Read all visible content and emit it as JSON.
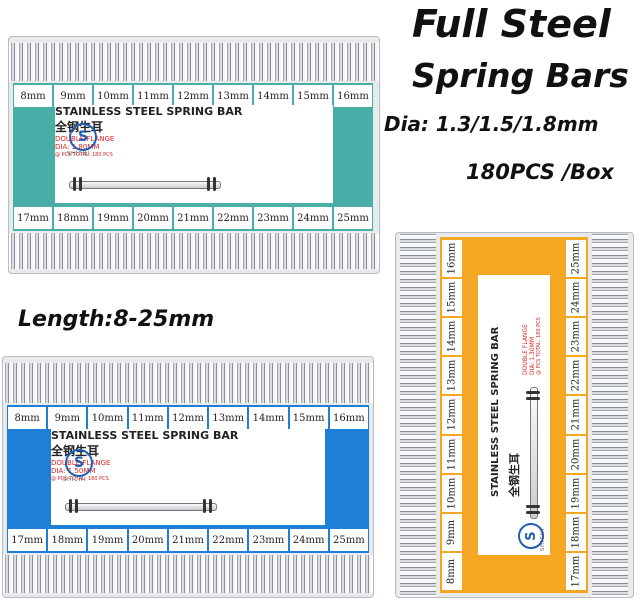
{
  "headline": {
    "line1": "Full Steel",
    "line2": "Spring Bars",
    "line3": "Dia: 1.3/1.5/1.8mm",
    "line4": "180PCS /Box",
    "length": "Length:8-25mm"
  },
  "colors": {
    "teal": "#4aaea8",
    "blue": "#1f7fd6",
    "orange": "#f5a623"
  },
  "box_teal": {
    "top_sizes": [
      "8mm",
      "9mm",
      "10mm",
      "11mm",
      "12mm",
      "13mm",
      "14mm",
      "15mm",
      "16mm"
    ],
    "bottom_sizes": [
      "17mm",
      "18mm",
      "19mm",
      "20mm",
      "21mm",
      "22mm",
      "23mm",
      "24mm",
      "25mm"
    ],
    "title": "STAINLESS STEEL SPRING BAR",
    "title_cn": "全钢生耳",
    "brand": "SHICHI",
    "spec_line1": "DOUBLE FLANGE",
    "spec_line2": "DIA:        1.80MM",
    "spec_line3": "@ PCS TOTAL:  180 PCS"
  },
  "box_blue": {
    "top_sizes": [
      "8mm",
      "9mm",
      "10mm",
      "11mm",
      "12mm",
      "13mm",
      "14mm",
      "15mm",
      "16mm"
    ],
    "bottom_sizes": [
      "17mm",
      "18mm",
      "19mm",
      "20mm",
      "21mm",
      "22mm",
      "23mm",
      "24mm",
      "25mm"
    ],
    "title": "STAINLESS STEEL SPRING BAR",
    "title_cn": "全钢生耳",
    "brand": "SHICHI",
    "spec_line1": "DOUBLE FLANGE",
    "spec_line2": "DIA:        1.50MM",
    "spec_line3": "@ PCS TOTAL:  180 PCS"
  },
  "box_orange": {
    "left_sizes": [
      "8mm",
      "9mm",
      "10mm",
      "11mm",
      "12mm",
      "13mm",
      "14mm",
      "15mm",
      "16mm"
    ],
    "right_sizes": [
      "17mm",
      "18mm",
      "19mm",
      "20mm",
      "21mm",
      "22mm",
      "23mm",
      "24mm",
      "25mm"
    ],
    "title": "STAINLESS STEEL SPRING BAR",
    "title_cn": "全钢生耳",
    "brand": "SHICHI",
    "spec_line1": "DOUBLE FLANGE",
    "spec_line2": "DIA:       1.30MM",
    "spec_line3": "@ PCS TOTAL:  180 PCS"
  }
}
